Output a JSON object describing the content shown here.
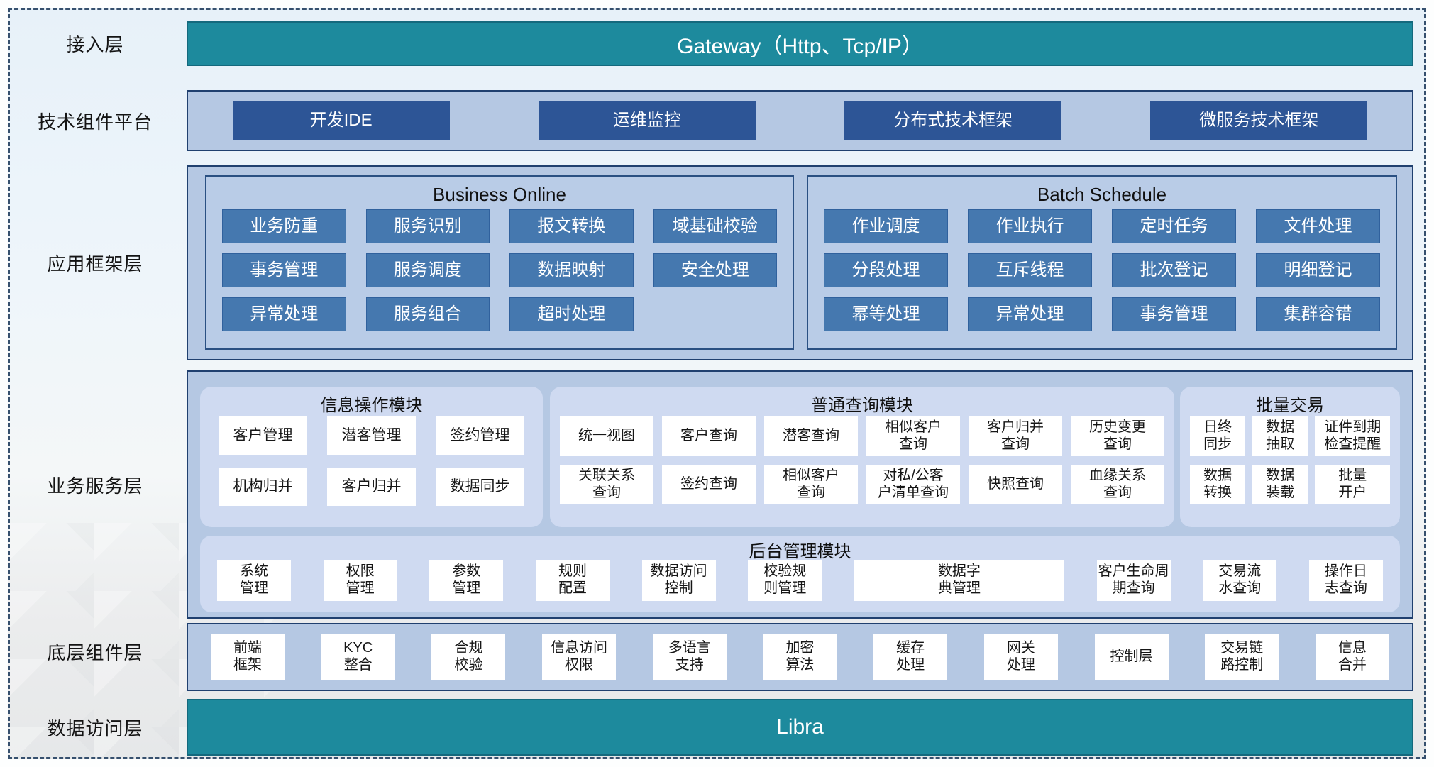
{
  "layers": {
    "access": {
      "label": "接入层",
      "bar": "Gateway（Http、Tcp/IP）"
    },
    "tech": {
      "label": "技术组件平台",
      "items": [
        "开发IDE",
        "运维监控",
        "分布式技术框架",
        "微服务技术框架"
      ]
    },
    "app_framework": {
      "label": "应用框架层",
      "business_online": {
        "title": "Business Online",
        "items": [
          "业务防重",
          "服务识别",
          "报文转换",
          "域基础校验",
          "事务管理",
          "服务调度",
          "数据映射",
          "安全处理",
          "异常处理",
          "服务组合",
          "超时处理"
        ]
      },
      "batch_schedule": {
        "title": "Batch Schedule",
        "items": [
          "作业调度",
          "作业执行",
          "定时任务",
          "文件处理",
          "分段处理",
          "互斥线程",
          "批次登记",
          "明细登记",
          "幂等处理",
          "异常处理",
          "事务管理",
          "集群容错"
        ]
      }
    },
    "business_service": {
      "label": "业务服务层",
      "info_ops": {
        "title": "信息操作模块",
        "items": [
          "客户管理",
          "潜客管理",
          "签约管理",
          "机构归并",
          "客户归并",
          "数据同步"
        ]
      },
      "query": {
        "title": "普通查询模块",
        "items": [
          "统一视图",
          "客户查询",
          "潜客查询",
          "相似客户\n查询",
          "客户归并\n查询",
          "历史变更\n查询",
          "关联关系\n查询",
          "签约查询",
          "相似客户\n查询",
          "对私/公客\n户清单查询",
          "快照查询",
          "血缘关系\n查询"
        ]
      },
      "batch_trade": {
        "title": "批量交易",
        "items": [
          "日终\n同步",
          "数据\n抽取",
          "证件到期\n检查提醒",
          "数据\n转换",
          "数据\n装载",
          "批量\n开户"
        ]
      },
      "admin": {
        "title": "后台管理模块",
        "items": [
          "系统\n管理",
          "权限\n管理",
          "参数\n管理",
          "规则\n配置",
          "数据访问\n控制",
          "校验规\n则管理",
          "数据字\n典管理",
          "客户生命周期查询",
          "交易流\n水查询",
          "操作日\n志查询"
        ]
      }
    },
    "base_components": {
      "label": "底层组件层",
      "items": [
        "前端\n框架",
        "KYC\n整合",
        "合规\n校验",
        "信息访问\n权限",
        "多语言\n支持",
        "加密\n算法",
        "缓存\n处理",
        "网关\n处理",
        "控制层",
        "交易链\n路控制",
        "信息\n合并"
      ]
    },
    "data_access": {
      "label": "数据访问层",
      "bar": "Libra"
    }
  },
  "colors": {
    "teal_bar": "#1d8a9d",
    "navy_button": "#2d5596",
    "steel_button": "#4578af",
    "container_bg": "#b5c8e3",
    "container_border": "#20406f",
    "subpanel_bg": "#cfdaf1",
    "white_button": "#ffffff"
  }
}
